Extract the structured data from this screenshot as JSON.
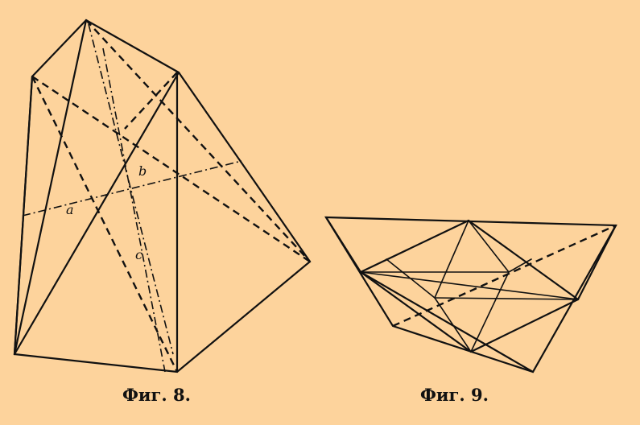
{
  "figures": [
    {
      "caption": "Фиг. 8.",
      "axis_labels": [
        "a",
        "b",
        "c"
      ]
    },
    {
      "caption": "Фиг. 9."
    }
  ]
}
